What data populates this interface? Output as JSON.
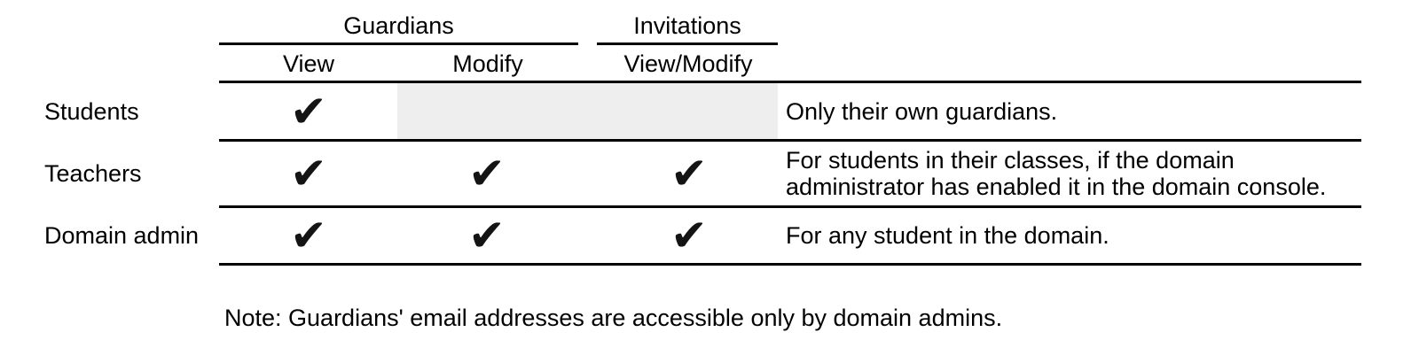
{
  "colors": {
    "background": "#ffffff",
    "text": "#000000",
    "line": "#000000",
    "disabled_cell": "#eeeeee"
  },
  "icons": {
    "check": "✔"
  },
  "table": {
    "column_groups": [
      {
        "label": "Guardians"
      },
      {
        "label": "Invitations"
      }
    ],
    "columns": [
      {
        "label": "View"
      },
      {
        "label": "Modify"
      },
      {
        "label": "View/Modify"
      }
    ],
    "rows": [
      {
        "label": "Students",
        "checks": {
          "view": "✔",
          "modify": "",
          "view_modify": ""
        },
        "modify_and_invitations_disabled": true,
        "note": "Only their own guardians."
      },
      {
        "label": "Teachers",
        "checks": {
          "view": "✔",
          "modify": "✔",
          "view_modify": "✔"
        },
        "note": "For students in their classes, if the domain administrator has enabled it in the domain console."
      },
      {
        "label": "Domain admin",
        "checks": {
          "view": "✔",
          "modify": "✔",
          "view_modify": "✔"
        },
        "note": "For any student in the domain."
      }
    ]
  },
  "footnote": "Note: Guardians' email addresses are accessible only by domain admins."
}
